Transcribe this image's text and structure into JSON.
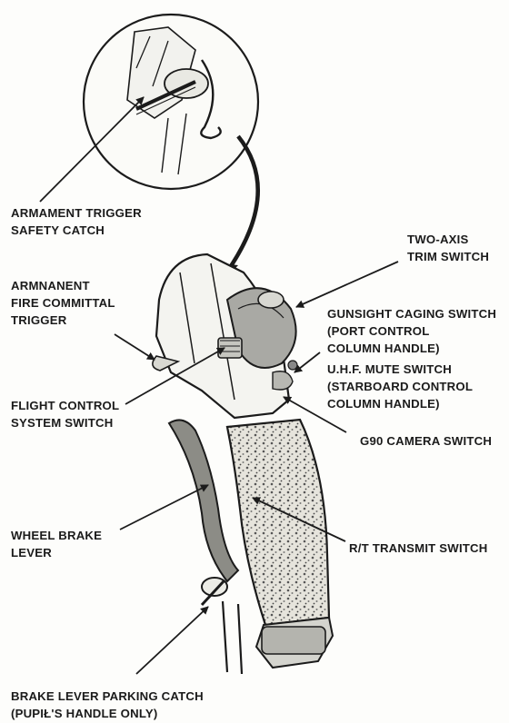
{
  "labels": {
    "armament_trigger_safety_catch": [
      "ARMAMENT TRIGGER",
      "SAFETY CATCH"
    ],
    "fire_committal_trigger": [
      "ARMNANENT",
      "FIRE COMMITTAL",
      "TRIGGER"
    ],
    "flight_control_system_switch": [
      "FLIGHT CONTROL",
      "SYSTEM SWITCH"
    ],
    "wheel_brake_lever": [
      "WHEEL BRAKE",
      "LEVER"
    ],
    "brake_lever_parking_catch": [
      "BRAKE LEVER PARKING CATCH",
      "(PUPIŁ'S HANDLE ONLY)"
    ],
    "two_axis_trim_switch": [
      "TWO-AXIS",
      "TRIM SWITCH"
    ],
    "gunsight_caging_switch": [
      "GUNSIGHT CAGING SWITCH",
      "(PORT CONTROL",
      "COLUMN HANDLE)"
    ],
    "uhf_mute_switch": [
      "U.H.F. MUTE SWITCH",
      "(STARBOARD CONTROL",
      "COLUMN HANDLE)"
    ],
    "g90_camera_switch": [
      "G90 CAMERA SWITCH"
    ],
    "rt_transmit_switch": [
      "R/T TRANSMIT SWITCH"
    ]
  }
}
